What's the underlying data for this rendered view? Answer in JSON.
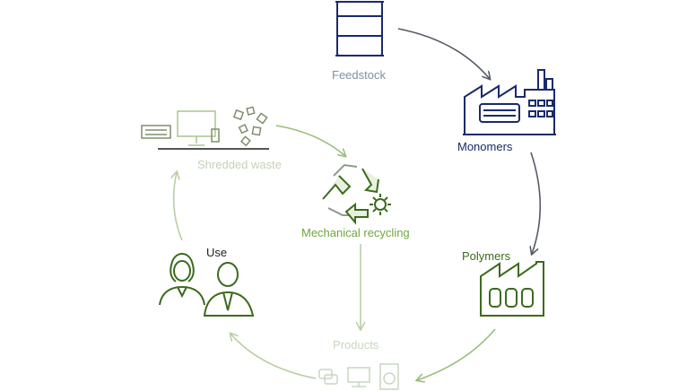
{
  "labels": {
    "feedstock": "Feedstock",
    "monomers": "Monomers",
    "polymers": "Polymers",
    "products": "Products",
    "use": "Use",
    "shredded_waste": "Shredded waste",
    "mechanical_recycling": "Mechanical recycling"
  },
  "icons": {
    "feedstock": "oil-barrel-icon",
    "monomers": "chemical-plant-icon",
    "polymers": "factory-icon",
    "products": "household-products-icon",
    "use": "people-icon",
    "shredded_waste": "electronics-waste-icon",
    "mechanical_recycling": "recycle-gear-icon"
  },
  "colors": {
    "feedstock": "#7f8fa6",
    "monomers": "#1a2a6c",
    "polymers": "#3c6b1c",
    "products": "#c9d6bf",
    "use": "#222222",
    "shredded_waste": "#c4d1b7",
    "mechanical_recycling": "#6ea73d",
    "arrow_dark": "#555b66",
    "arrow_green": "#9bbd7c",
    "arrow_light": "#b9cfa6"
  }
}
